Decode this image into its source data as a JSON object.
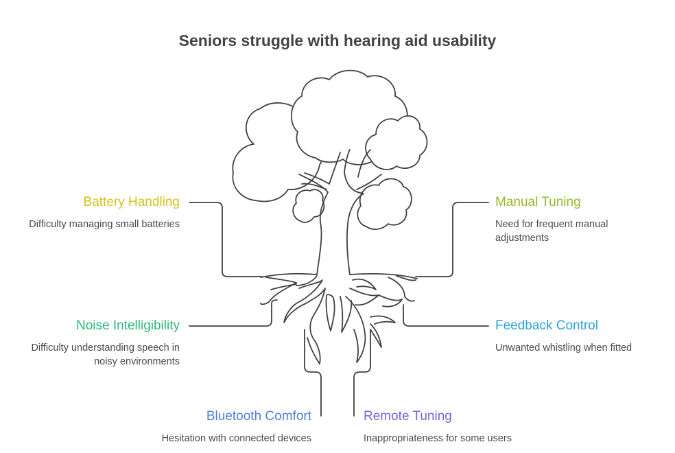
{
  "title": "Seniors struggle with hearing aid usability",
  "colors": {
    "outline": "#404040",
    "battery": "#d4c21c",
    "manual": "#93b82e",
    "noise": "#2fb87a",
    "feedback": "#2ba3d2",
    "bluetooth": "#4f7fd8",
    "remote": "#7a63dc"
  },
  "items": {
    "battery": {
      "label": "Battery Handling",
      "desc": "Difficulty managing small batteries"
    },
    "manual": {
      "label": "Manual Tuning",
      "desc": "Need for frequent manual adjustments"
    },
    "noise": {
      "label": "Noise Intelligibility",
      "desc": "Difficulty understanding speech in noisy environments"
    },
    "feedback": {
      "label": "Feedback Control",
      "desc": "Unwanted whistling when fitted"
    },
    "bluetooth": {
      "label": "Bluetooth Comfort",
      "desc": "Hesitation with connected devices"
    },
    "remote": {
      "label": "Remote Tuning",
      "desc": "Inappropriateness for some users"
    }
  }
}
